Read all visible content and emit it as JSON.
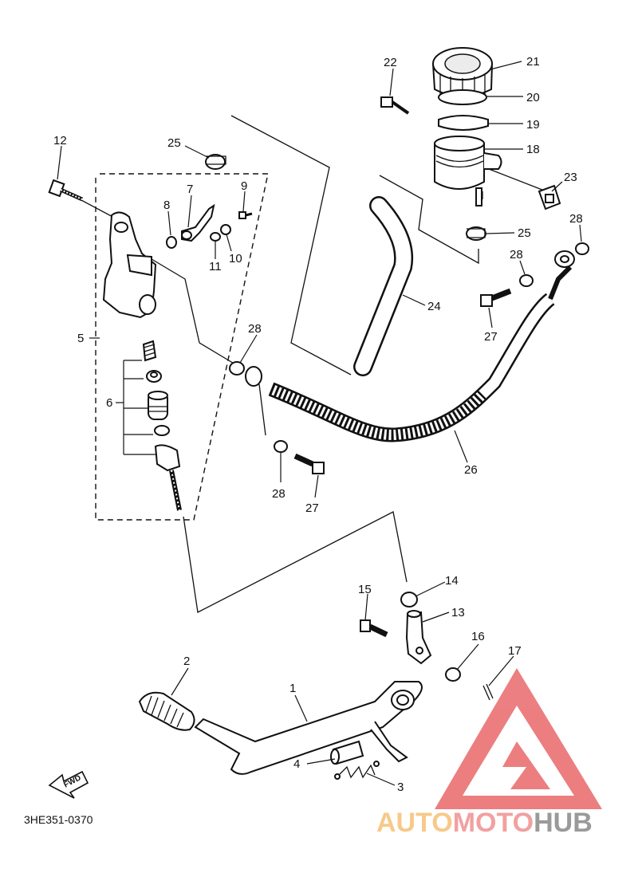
{
  "diagram_code": "3HE351-0370",
  "fwd_label": "FWD",
  "watermark": {
    "part1": "AUTO",
    "part2": "MOTO",
    "part3": "HUB",
    "colors": {
      "auto": "#f7c98a",
      "moto": "#f2a0a0",
      "hub": "#9a9a9a",
      "logo": "#e9686b"
    }
  },
  "callouts": {
    "c1": "1",
    "c2": "2",
    "c3": "3",
    "c4": "4",
    "c5": "5",
    "c6": "6",
    "c7": "7",
    "c8": "8",
    "c9": "9",
    "c10": "10",
    "c11": "11",
    "c12": "12",
    "c13": "13",
    "c14": "14",
    "c15": "15",
    "c16": "16",
    "c17": "17",
    "c18": "18",
    "c19": "19",
    "c20": "20",
    "c21": "21",
    "c22": "22",
    "c23": "23",
    "c24": "24",
    "c25a": "25",
    "c25b": "25",
    "c26": "26",
    "c27a": "27",
    "c27b": "27",
    "c28a": "28",
    "c28b": "28",
    "c28c": "28",
    "c28d": "28"
  }
}
